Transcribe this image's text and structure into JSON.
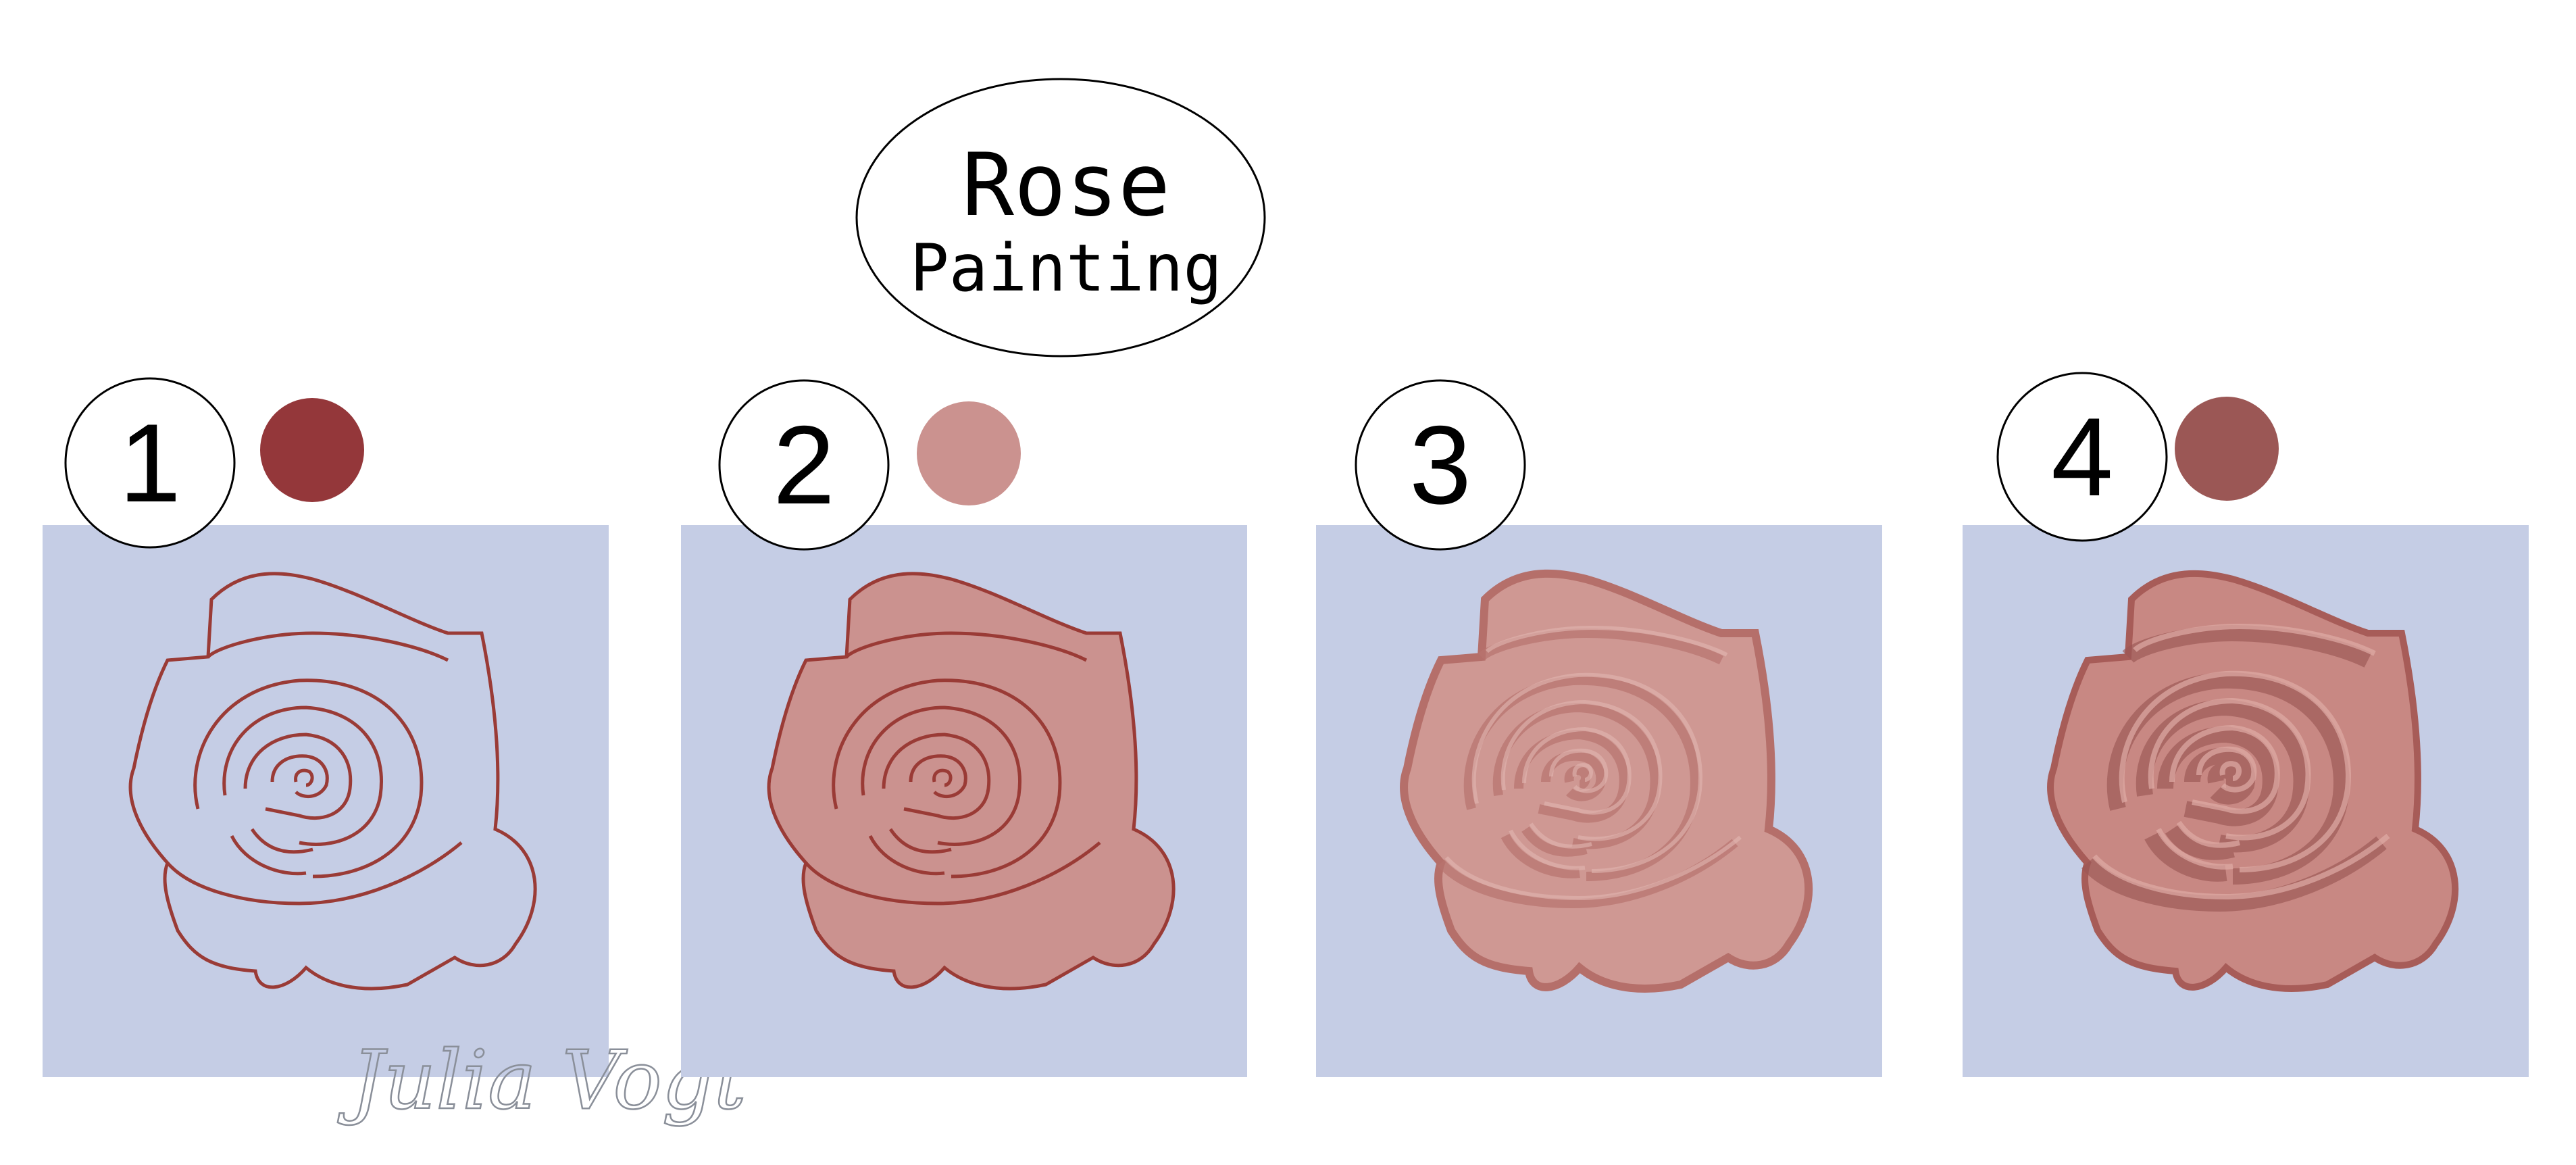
{
  "title": {
    "line1": "Rose",
    "line2": "Painting"
  },
  "steps": [
    {
      "number": "1",
      "swatch": "#94373A"
    },
    {
      "number": "2",
      "swatch": "#CB928F"
    },
    {
      "number": "3"
    },
    {
      "number": "4",
      "swatch": "#9B5755"
    }
  ],
  "signature": "Julia Vogt",
  "colors": {
    "panel_bg": "#C5CDE5",
    "line": "#9A3B36",
    "base_fill": "#CB928F",
    "shade": "#B26A66"
  }
}
